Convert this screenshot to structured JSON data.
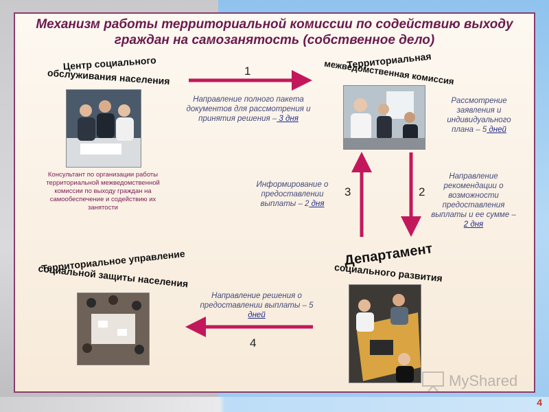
{
  "title": {
    "line1": "Механизм работы территориальной комиссии по содействию выходу",
    "line2": "граждан на самозанятость (собственное дело)"
  },
  "nodes": {
    "center": {
      "line1": "Центр социального",
      "line2": "обслуживания населения"
    },
    "commission": {
      "line1": "Территориальная",
      "line2": "межведомственная комиссия"
    },
    "department": {
      "line1": "Департамент",
      "line2": "социального развития"
    },
    "upravlenie": {
      "line1": "Территориальное управление",
      "line2": "социальной защиты населения"
    }
  },
  "consultant_note": "Консультант по организации работы территориальной межведомственной комиссии по выходу граждан на самообеспечение и содействию их занятости",
  "steps": {
    "s1": {
      "number": "1",
      "text": "Направление полного пакета документов для рассмотрения и принятия решения –",
      "term": " 3 дня"
    },
    "review": {
      "text": "Рассмотрение заявления и индивидуального плана – 5",
      "term": " дней"
    },
    "s2": {
      "number": "2",
      "text": "Направление рекомендации о возможности предоставления выплаты и ее сумме –",
      "term": " 2 дня"
    },
    "s3": {
      "number": "3",
      "text": "Информирование о предоставлении выплаты – 2",
      "term": " дня"
    },
    "s4": {
      "number": "4",
      "text": "Направление решения о предоставлении выплаты – 5",
      "term": " дней"
    }
  },
  "colors": {
    "arrow": "#c2185b",
    "title": "#6a1b4d",
    "border": "#8a3b6b"
  },
  "watermark": "MyShared",
  "page_number": "4"
}
